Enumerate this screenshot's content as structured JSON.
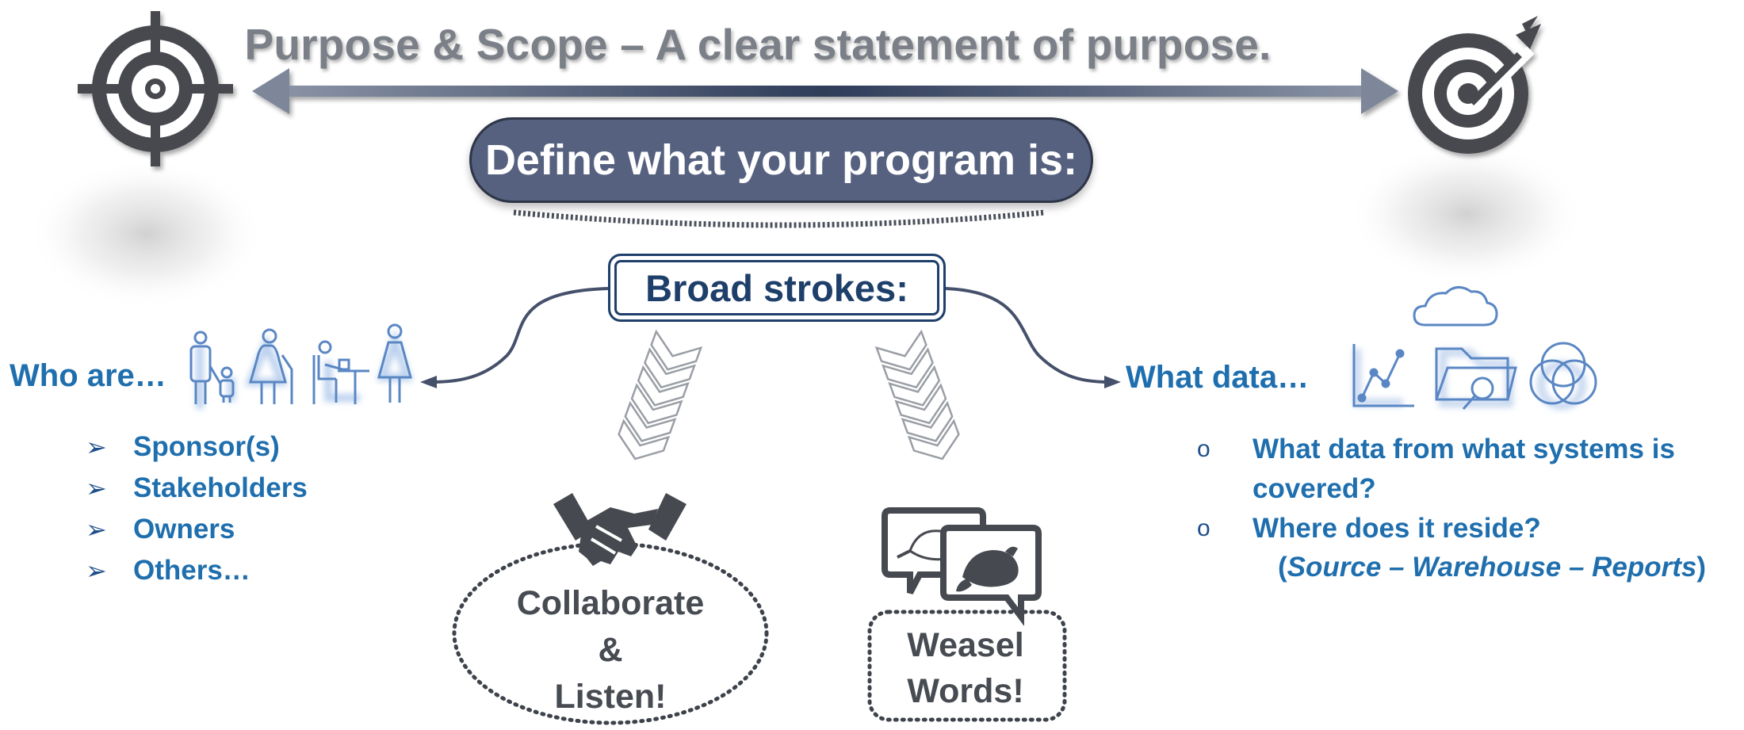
{
  "title": "Purpose & Scope – A clear statement of purpose.",
  "define_label": "Define what your program is:",
  "broad_label": "Broad strokes:",
  "who_label": "Who are…",
  "what_label": "What data…",
  "bullet_glyph": "➢",
  "circle_glyph": "o",
  "who_items": [
    "Sponsor(s)",
    "Stakeholders",
    "Owners",
    "Others…"
  ],
  "data_items": [
    "What data from what systems is covered?",
    "Where does it reside?"
  ],
  "data_sub": {
    "open": "(",
    "source": "Source – Warehouse – Reports",
    "close": ")"
  },
  "collab_lines": [
    "Collaborate",
    "&",
    "Listen!"
  ],
  "weasel_lines": [
    "Weasel",
    "Words!"
  ],
  "icons": {
    "left": "crosshair-target-icon",
    "right": "bullseye-dart-icon",
    "people": [
      "parent-child-icon",
      "elderly-person-icon",
      "person-at-desk-icon",
      "woman-icon"
    ],
    "data": [
      "cloud-icon",
      "line-chart-icon",
      "folder-search-icon",
      "venn-circles-icon"
    ],
    "center": [
      "handshake-icon",
      "beaver-speech-bubbles-icon"
    ]
  },
  "colors": {
    "navy": "#1f3f6b",
    "blue": "#1f6fae",
    "slate": "#566180",
    "gray": "#7b7f87",
    "icon": "#46494f",
    "icon_blue": "#5a87c4"
  }
}
